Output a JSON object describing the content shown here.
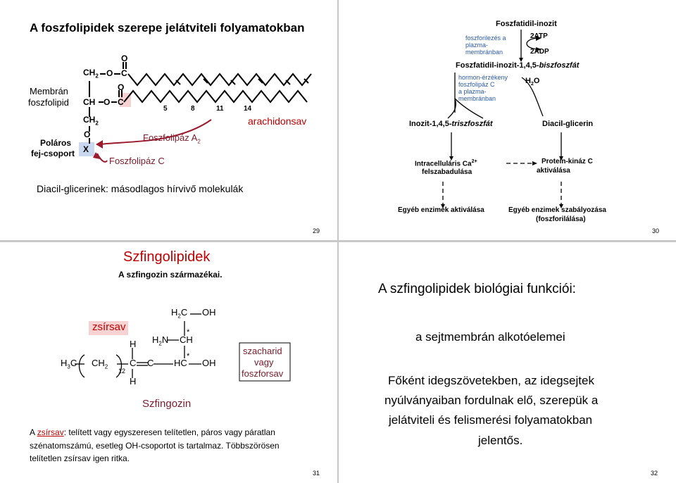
{
  "s29": {
    "title": "A foszfolipidek szerepe jelátviteli folyamatokban",
    "membran_label_1": "Membrán",
    "membran_label_2": "foszfolipid",
    "polaros_1": "Poláros",
    "polaros_2": "fej-csoport",
    "foszfolipaz_a2": "Foszfolipáz A",
    "foszfolipaz_a2_sub": "2",
    "foszfolipaz_c": "Foszfolipáz C",
    "arachidonsav": "arachidonsav",
    "diacil_text": "Diacil-glicerinek: másodlagos hírvivő molekulák",
    "page_number": "29",
    "atoms": {
      "ch2_top": "CH",
      "ch2_top_sub": "2",
      "o1": "O",
      "c1": "C",
      "o_dbl1": "O",
      "ch_mid": "CH",
      "o2": "O",
      "c2": "C",
      "o_dbl2": "O",
      "ch2_bot": "CH",
      "ch2_bot_sub": "2",
      "o3": "O",
      "x": "X"
    },
    "numbers": [
      "5",
      "8",
      "11",
      "14"
    ]
  },
  "s30": {
    "foszfatidil_inozit": "Foszfatidil-inozit",
    "foszforilezes_1": "foszforilezés a",
    "foszforilezes_2": "plazma-",
    "foszforilezes_3": "membránban",
    "atp": "2ATP",
    "adp": "2ADP",
    "pip2_pre": "Foszfatidil-inozit-1,4,5-",
    "pip2_it": "biszfoszfát",
    "hormon_1": "hormon-érzékeny",
    "hormon_2": "foszfolipáz C",
    "hormon_3": "a plazma-",
    "hormon_4": "membránban",
    "h2o": "H",
    "h2o_sub": "2",
    "h2o_o": "O",
    "ip3_pre": "Inozit-1,4,5-",
    "ip3_it": "triszfoszfát",
    "dag": "Diacil-glicerin",
    "ca_1": "Intracelluláris Ca",
    "ca_sup": "2+",
    "ca_2": "felszabadulása",
    "pkc_1": "Protein-kináz C",
    "pkc_2": "aktiválása",
    "egyeb_1": "Egyéb enzimek aktiválása",
    "egyeb_2": "Egyéb enzimek szabályozása",
    "egyeb_3": "(foszforilálása)",
    "page_number": "30"
  },
  "s31": {
    "title": "Szfingolipidek",
    "subtitle": "A szfingozin származékai.",
    "zsirsav": "zsírsav",
    "szacharid_1": "szacharid",
    "szacharid_2": "vagy",
    "szacharid_3": "foszforsav",
    "szfingozin": "Szfingozin",
    "desc_1_u": "zsírsav",
    "desc_1_pre": "A ",
    "desc_1_rest": ": telített vagy egyszeresen telítetlen, páros vagy páratlan",
    "desc_2": "szénatomszámú, esetleg OH-csoportot is tartalmaz. Többszörösen",
    "desc_3": "telítetlen zsírsav igen ritka.",
    "page_number": "31",
    "atoms": {
      "h3c": "H",
      "h3c_sub": "3",
      "h3c_c": "C",
      "ch2": "CH",
      "ch2_sub": "2",
      "n12": "12",
      "c_a": "C",
      "h_top": "H",
      "h_bot": "H",
      "c_b": "C",
      "h2n": "H",
      "h2n_sub": "2",
      "h2n_n": "N",
      "ch_star": "CH",
      "star": "*",
      "hc_star": "HC",
      "oh1": "OH",
      "h2c": "H",
      "h2c_sub": "2",
      "h2c_c": "C",
      "oh2": "OH"
    }
  },
  "s32": {
    "title": "A szfingolipidek biológiai funkciói:",
    "line1": "a sejtmembrán alkotóelemei",
    "line2": "Főként idegszövetekben, az idegsejtek",
    "line3": "nyúlványaiban fordulnak elő, szerepük a",
    "line4": "jelátviteli és felismerési folyamatokban",
    "line5": "jelentős.",
    "page_number": "32"
  },
  "colors": {
    "blue_text": "#2a5aa8",
    "red_text": "#c00000",
    "arrow_red": "#9b1a2e",
    "highlight_pink": "#f6d2d2",
    "highlight_blue": "#c9d8ee",
    "divider": "#c8c8c8"
  }
}
